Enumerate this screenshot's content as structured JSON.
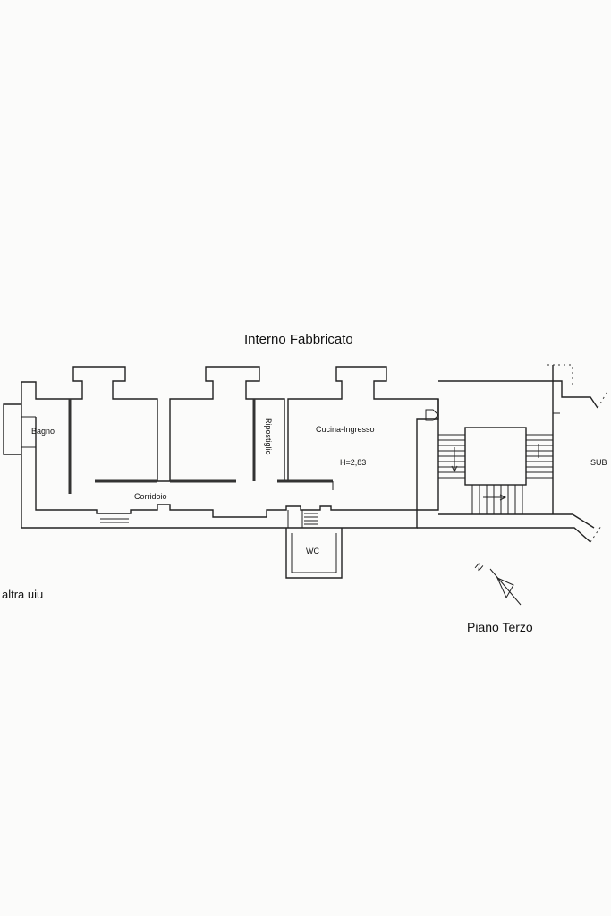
{
  "labels": {
    "title": "Interno Fabbricato",
    "bagno": "Bagno",
    "ripostiglio": "Ripostiglio",
    "cucina": "Cucina-Ingresso",
    "height": "H=2,83",
    "corridoio": "Corridoio",
    "wc": "WC",
    "sub": "SUB",
    "altra": "altra uiu",
    "piano": "Piano Terzo",
    "north": "N"
  }
}
